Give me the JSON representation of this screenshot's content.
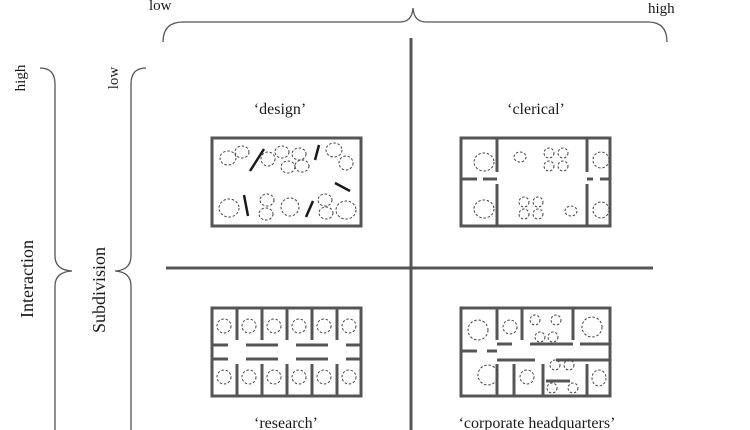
{
  "top_axis": {
    "low": "low",
    "high": "high"
  },
  "left_axes": {
    "interaction_high": "high",
    "subdivision_low": "low",
    "interaction_label": "Interaction",
    "subdivision_label": "Subdivision"
  },
  "quadrants": {
    "top_left": "‘design’",
    "top_right": "‘clerical’",
    "bottom_left": "‘research’",
    "bottom_right": "‘corporate headquarters’"
  },
  "colors": {
    "wall": "#555555",
    "text": "#1a1a1a",
    "background": "#ffffff"
  }
}
